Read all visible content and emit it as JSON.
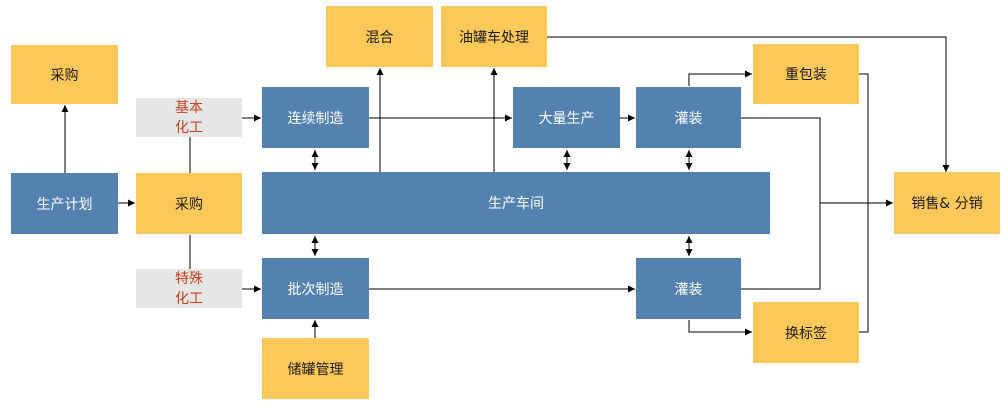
{
  "nodes": {
    "procure_top": "采购",
    "plan": "生产计划",
    "procure_mid": "采购",
    "basic_chem": [
      "基本",
      "化工"
    ],
    "special_chem": [
      "特殊",
      "化工"
    ],
    "continuous": "连续制造",
    "batch": "批次制造",
    "tank": "储罐管理",
    "mix": "混合",
    "tanker": "油罐车处理",
    "mass": "大量生产",
    "fill_top": "灌装",
    "fill_bottom": "灌装",
    "workshop": "生产车间",
    "repack": "重包装",
    "relabel": "换标签",
    "sales": "销售& 分销"
  },
  "colors": {
    "process": "#5381b0",
    "activity": "#fdc85a",
    "input": "#e6e6e6",
    "input_text": "#c8401a"
  }
}
